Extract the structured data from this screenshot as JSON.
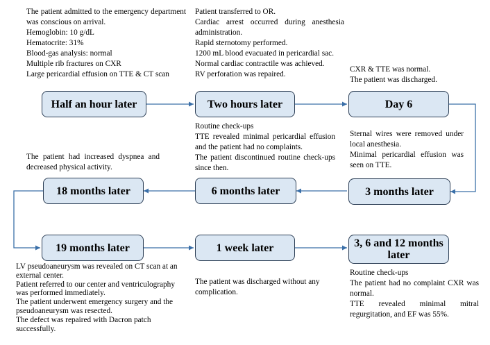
{
  "colors": {
    "box_fill": "#dbe7f3",
    "box_border": "#2c3e55",
    "arrow": "#3a6fa8"
  },
  "boxes": {
    "half_hour": "Half an hour later",
    "two_hours": "Two hours later",
    "day6": "Day 6",
    "m18": "18 months later",
    "m6": "6 months later",
    "m3": "3 months later",
    "m19": "19 months later",
    "week1": "1 week later",
    "m3612": "3, 6 and 12 months later"
  },
  "notes": {
    "admission": [
      "The patient admitted to the emergency department was conscious on arrival.",
      "Hemoglobin: 10 g/dL",
      "Hematocrite: 31%",
      "Blood-gas analysis: normal",
      "Multiple rib fractures on CXR",
      "Large pericardial effusion on TTE & CT scan"
    ],
    "or": [
      "Patient transferred to OR.",
      "Cardiac arrest occurred during anesthesia administration.",
      "Rapid sternotomy performed.",
      "1200 mL blood evacuated in pericardial sac.",
      "Normal cardiac contractile was achieved.",
      "RV perforation was repaired."
    ],
    "day6": [
      "CXR & TTE was normal.",
      "The patient was discharged."
    ],
    "checkups6": [
      "Routine check-ups",
      "TTE revealed minimal pericardial effusion and the patient had no complaints.",
      "The patient discontinued routine check-ups since then."
    ],
    "m18": [
      "The patient had increased dyspnea and decreased physical activity."
    ],
    "m3": [
      "Sternal wires were removed under local anesthesia.",
      "Minimal pericardial effusion was seen on TTE."
    ],
    "m19": [
      "LV pseudoaneurysm was revealed on CT scan at an external center.",
      "Patient referred to our center and ventriculography was performed immediately.",
      "The patient underwent emergency surgery and the pseudoaneurysm was resected.",
      "The defect was repaired with Dacron patch successfully."
    ],
    "week1": [
      "The patient was discharged without any complication."
    ],
    "m3612": [
      "Routine check-ups",
      "The patient had no complaint CXR was normal.",
      "TTE revealed minimal mitral regurgitation, and EF was 55%."
    ]
  }
}
